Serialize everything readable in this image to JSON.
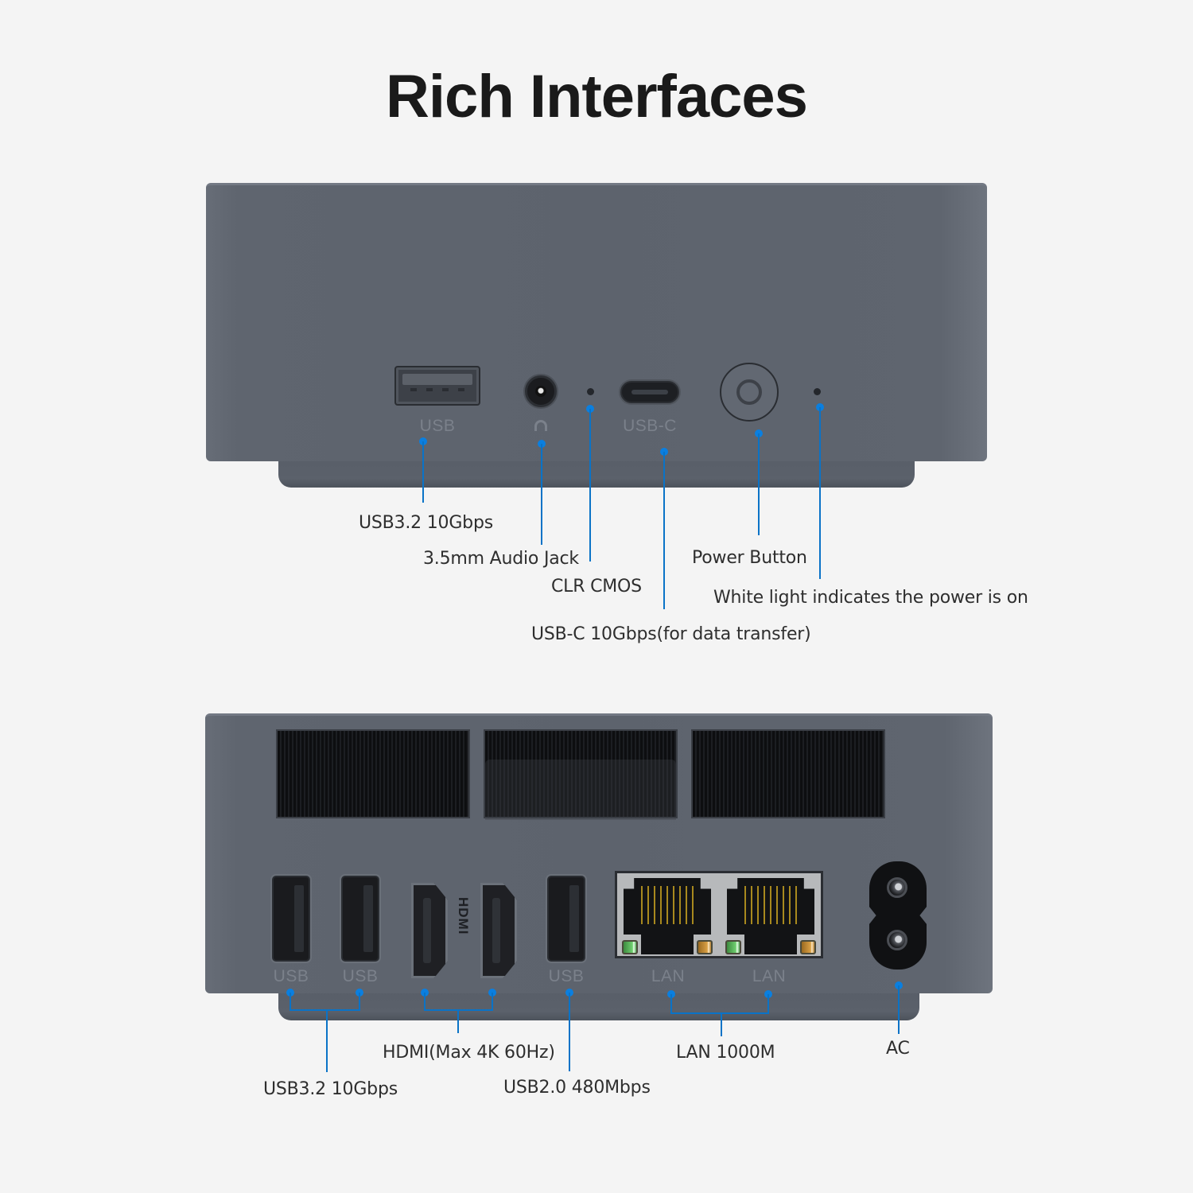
{
  "title": "Rich Interfaces",
  "colors": {
    "background": "#f4f4f4",
    "device_body": "#5f656f",
    "callout_line": "#0a73c7",
    "title_text": "#1a1a1a",
    "label_text": "#2e2e2e"
  },
  "front_panel": {
    "port_labels": {
      "usb": "USB",
      "audio_icon": "headphone-icon",
      "usb_c": "USB-C"
    },
    "ports": [
      {
        "id": "usb-a",
        "type": "USB-A",
        "callout": "USB3.2 10Gbps"
      },
      {
        "id": "audio-jack",
        "type": "3.5mm audio",
        "callout": "3.5mm Audio Jack"
      },
      {
        "id": "clr-cmos",
        "type": "pinhole",
        "callout": "CLR CMOS"
      },
      {
        "id": "usb-c",
        "type": "USB-C",
        "callout": "USB-C 10Gbps(for data transfer)"
      },
      {
        "id": "power-button",
        "type": "button",
        "callout": "Power Button"
      },
      {
        "id": "power-led",
        "type": "LED",
        "callout": "White light indicates the power is on"
      }
    ]
  },
  "rear_panel": {
    "port_labels": {
      "usb1": "USB",
      "usb2": "USB",
      "hdmi_logo": "HDMI",
      "usb3": "USB",
      "lan1": "LAN",
      "lan2": "LAN"
    },
    "ports": [
      {
        "id": "usb-a-pair",
        "count": 2,
        "callout": "USB3.2 10Gbps"
      },
      {
        "id": "hdmi-pair",
        "count": 2,
        "callout": "HDMI(Max 4K 60Hz)"
      },
      {
        "id": "usb-2",
        "count": 1,
        "callout": "USB2.0 480Mbps"
      },
      {
        "id": "lan-pair",
        "count": 2,
        "callout": "LAN 1000M"
      },
      {
        "id": "ac-inlet",
        "count": 1,
        "callout": "AC"
      }
    ]
  }
}
